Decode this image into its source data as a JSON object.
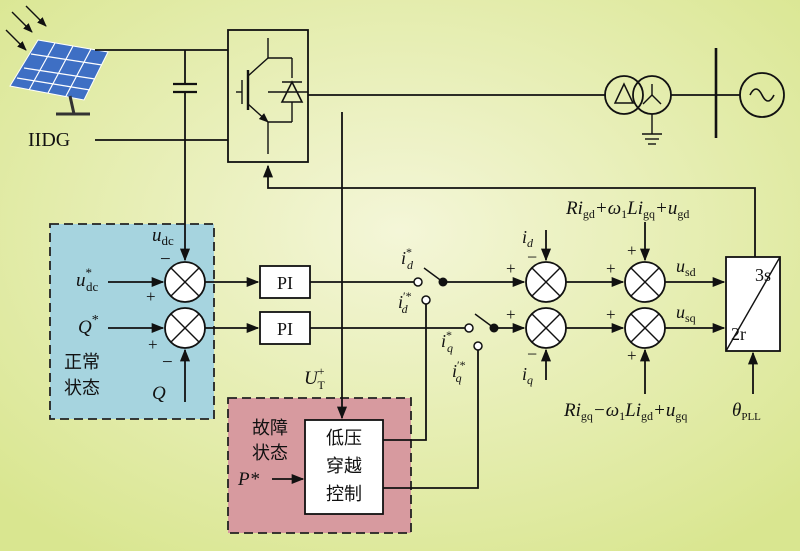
{
  "colors": {
    "background_center": "#f4f6d8",
    "background_edge": "#d9e690",
    "normal_region": "#a6d4df",
    "fault_region": "#d79a9f",
    "ink": "#111111"
  },
  "labels": {
    "pv_source": "IIDG",
    "udc_feedback": "u",
    "udc_feedback_sub": "dc",
    "udc_ref": "u",
    "udc_ref_sub": "dc",
    "udc_ref_sup": "*",
    "q_ref": "Q",
    "q_ref_sup": "*",
    "q_feedback": "Q",
    "normal_state_line1": "正常",
    "normal_state_line2": "状态",
    "pi_1": "PI",
    "pi_2": "PI",
    "ut": "U",
    "ut_sub": "T",
    "ut_sup": "+",
    "fault_state_line1": "故障",
    "fault_state_line2": "状态",
    "lvrt_line1": "低压",
    "lvrt_line2": "穿越",
    "lvrt_line3": "控制",
    "p_ref": "P*",
    "id_ref": "i",
    "id_ref_sub": "d",
    "id_ref_sup": "*",
    "id_ref_fault": "i",
    "id_ref_fault_sub": "d",
    "id_ref_fault_sup": "′*",
    "iq_ref": "i",
    "iq_ref_sub": "q",
    "iq_ref_sup": "*",
    "iq_ref_fault": "i",
    "iq_ref_fault_sub": "q",
    "iq_ref_fault_sup": "′*",
    "id_feedback": "i",
    "id_feedback_sub": "d",
    "iq_feedback": "i",
    "iq_feedback_sub": "q",
    "ff_d": "Ri",
    "ff_d_sub1": "gd",
    "ff_d_mid": "+ω",
    "ff_d_sub2": "1",
    "ff_d_mid2": "Li",
    "ff_d_sub3": "gq",
    "ff_d_end": "+u",
    "ff_d_sub4": "gd",
    "ff_q": "Ri",
    "ff_q_sub1": "gq",
    "ff_q_mid": "−ω",
    "ff_q_sub2": "1",
    "ff_q_mid2": "Li",
    "ff_q_sub3": "gd",
    "ff_q_end": "+u",
    "ff_q_sub4": "gq",
    "usd": "u",
    "usd_sub": "sd",
    "usq": "u",
    "usq_sub": "sq",
    "transform_top": "3s",
    "transform_bottom": "2r",
    "theta": "θ",
    "theta_sub": "PLL",
    "plus": "+",
    "minus": "−"
  }
}
